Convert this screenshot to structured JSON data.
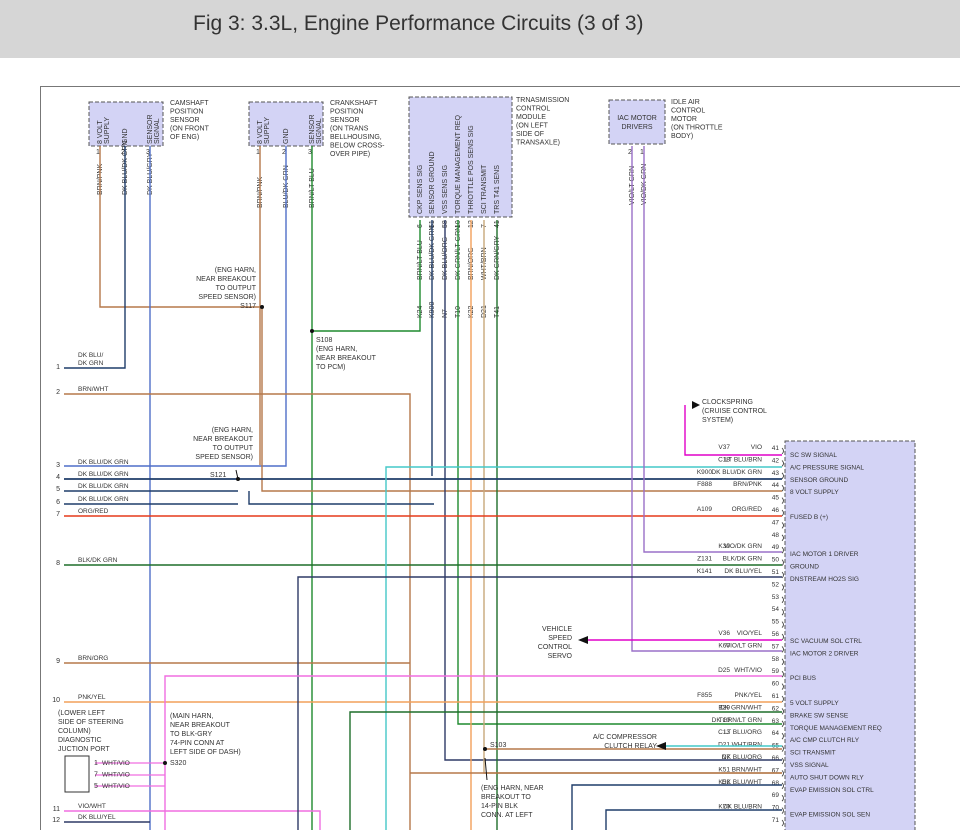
{
  "title": "Fig 3: 3.3L, Engine Performance Circuits (3 of 3)",
  "colors": {
    "header_bg": "#d6d6d6",
    "component_fill": "#d3d3f5",
    "wire_brown": "#b5784a",
    "wire_blue": "#4f6fc8",
    "wire_dkblu_dkgrn": "#1f3d6a",
    "wire_dkblu_yel": "#2e3a66",
    "wire_green": "#1e8a2e",
    "wire_dark_green": "#1f6e2a",
    "wire_red": "#e53a1a",
    "wire_orange": "#f2a05a",
    "wire_pink": "#f06ee0",
    "wire_magenta": "#e000c8",
    "wire_violet": "#9a70c8",
    "wire_cyan": "#44c8c8",
    "wire_tan": "#c8a87a"
  },
  "components": {
    "camshaft": {
      "name": "CAMSHAFT\nPOSITION\nSENSOR\n(ON FRONT\nOF ENG)",
      "pins": [
        "8 VOLT\nSUPPLY",
        "GND",
        "SENSOR\nSIGNAL"
      ],
      "pin_numbers": [
        "1",
        "2",
        "3"
      ],
      "wires": [
        "BRN/PNK",
        "DK BLU/DK GRN",
        "DK BLU/GRY"
      ]
    },
    "crankshaft": {
      "name": "CRANKSHAFT\nPOSITION\nSENSOR\n(ON TRANS\nBELLHOUSING,\nBELOW CROSS-\nOVER PIPE)",
      "pins": [
        "8 VOLT\nSUPPLY",
        "GND",
        "SENSOR\nSIGNAL"
      ],
      "pin_numbers": [
        "1",
        "2",
        "3"
      ],
      "wires": [
        "BRN/PNK",
        "BLU/DK GRN",
        "BRN/LT BLU"
      ]
    },
    "tcm": {
      "name": "TRNASMISSION\nCONTROL\nMODULE\n(ON LEFT\nSIDE OF\nTRANSAXLE)",
      "pins": [
        "CKP SENS SIG",
        "SENSOR GROUND",
        "VSS SENS SIG",
        "TORQUE MANAGEMENT REQ",
        "THROTTLE POS SENS SIG",
        "SCI TRANSMIT",
        "TRS T41 SENS"
      ],
      "pin_numbers": [
        "6",
        "51",
        "58",
        "10",
        "12",
        "7",
        "41"
      ],
      "wires": [
        "BRN/LT BLU",
        "DK BLU/DK GRN",
        "DK BLU/ORG",
        "DK GRN/LT GRN",
        "BRN/ORG",
        "WHT/BRN",
        "DK GRN/GRY"
      ],
      "circuits": [
        "K24",
        "K900",
        "N7",
        "T10",
        "K22",
        "D21",
        "T41"
      ]
    },
    "iac": {
      "name": "IDLE AIR\nCONTROL\nMOTOR\n(ON THROTTLE\nBODY)",
      "box_label": "IAC MOTOR\nDRIVERS",
      "pin_numbers": [
        "2",
        "1"
      ],
      "wires": [
        "VIO/LT GRN",
        "VIO/DK GRN"
      ]
    }
  },
  "splices": {
    "s117": "(ENG HARN,\nNEAR BREAKOUT\nTO OUTPUT\nSPEED SENSOR)\nS117",
    "s108": "S108\n(ENG HARN,\nNEAR BREAKOUT\nTO PCM)",
    "s121_note": "(ENG HARN,\nNEAR BREAKOUT\nTO OUTPUT\nSPEED SENSOR)",
    "s121": "S121",
    "s103": "S103",
    "s103_note": "(ENG HARN, NEAR\nBREAKOUT TO\n14-PIN BLK\nCONN. AT LEFT",
    "s320": "S320",
    "s320_note": "(MAIN HARN,\nNEAR BREAKOUT\nTO BLK-GRY\n74-PIN CONN AT\nLEFT SIDE OF DASH)",
    "djp_note": "(LOWER LEFT\nSIDE OF STEERING\nCOLUMN)\nDIAGNOSTIC\nJUCTION PORT"
  },
  "left_pins": [
    {
      "num": "1",
      "wire": "DK BLU/\nDK GRN"
    },
    {
      "num": "2",
      "wire": "BRN/WHT"
    },
    {
      "num": "3",
      "wire": "DK BLU/DK GRN"
    },
    {
      "num": "4",
      "wire": "DK BLU/DK GRN"
    },
    {
      "num": "5",
      "wire": "DK BLU/DK GRN"
    },
    {
      "num": "6",
      "wire": "DK BLU/DK GRN"
    },
    {
      "num": "7",
      "wire": "ORG/RED"
    },
    {
      "num": "8",
      "wire": "BLK/DK GRN"
    },
    {
      "num": "9",
      "wire": "BRN/ORG"
    },
    {
      "num": "10",
      "wire": "PNK/YEL"
    },
    {
      "num": "11",
      "wire": "VIO/WHT"
    },
    {
      "num": "12",
      "wire": "DK BLU/YEL"
    }
  ],
  "djp_pins": [
    {
      "num": "1",
      "wire": "WHT/VIO"
    },
    {
      "num": "7",
      "wire": "WHT/VIO"
    },
    {
      "num": "5",
      "wire": "WHT/VIO"
    }
  ],
  "pcm_pins": [
    {
      "num": "41",
      "circuit": "V37",
      "wire": "VIO",
      "label": "SC SW SIGNAL"
    },
    {
      "num": "42",
      "circuit": "C18",
      "wire": "LT BLU/BRN",
      "label": "A/C PRESSURE SIGNAL"
    },
    {
      "num": "43",
      "circuit": "K900",
      "wire": "DK BLU/DK GRN",
      "label": "SENSOR GROUND"
    },
    {
      "num": "44",
      "circuit": "F888",
      "wire": "BRN/PNK",
      "label": "8 VOLT SUPPLY"
    },
    {
      "num": "45",
      "circuit": "",
      "wire": "",
      "label": ""
    },
    {
      "num": "46",
      "circuit": "A109",
      "wire": "ORG/RED",
      "label": "FUSED B (+)"
    },
    {
      "num": "47",
      "circuit": "",
      "wire": "",
      "label": ""
    },
    {
      "num": "48",
      "circuit": "",
      "wire": "",
      "label": ""
    },
    {
      "num": "49",
      "circuit": "K39",
      "wire": "VIO/DK GRN",
      "label": "IAC MOTOR 1 DRIVER"
    },
    {
      "num": "50",
      "circuit": "Z131",
      "wire": "BLK/DK GRN",
      "label": "GROUND"
    },
    {
      "num": "51",
      "circuit": "K141",
      "wire": "DK BLU/YEL",
      "label": "DNSTREAM HO2S SIG"
    },
    {
      "num": "52",
      "circuit": "",
      "wire": "",
      "label": ""
    },
    {
      "num": "53",
      "circuit": "",
      "wire": "",
      "label": ""
    },
    {
      "num": "54",
      "circuit": "",
      "wire": "",
      "label": ""
    },
    {
      "num": "55",
      "circuit": "",
      "wire": "",
      "label": ""
    },
    {
      "num": "56",
      "circuit": "V36",
      "wire": "VIO/YEL",
      "label": "SC VACUUM SOL CTRL"
    },
    {
      "num": "57",
      "circuit": "K60",
      "wire": "VIO/LT GRN",
      "label": "IAC MOTOR 2 DRIVER"
    },
    {
      "num": "58",
      "circuit": "",
      "wire": "",
      "label": ""
    },
    {
      "num": "59",
      "circuit": "D25",
      "wire": "WHT/VIO",
      "label": "PCI BUS"
    },
    {
      "num": "60",
      "circuit": "",
      "wire": "",
      "label": ""
    },
    {
      "num": "61",
      "circuit": "F855",
      "wire": "PNK/YEL",
      "label": "5 VOLT SUPPLY"
    },
    {
      "num": "62",
      "circuit": "B29",
      "wire": "DK GRN/WHT",
      "label": "BRAKE SW SENSE"
    },
    {
      "num": "63",
      "circuit": "T10",
      "wire": "DK GRN/LT GRN",
      "label": "TORQUE MANAGEMENT REQ"
    },
    {
      "num": "64",
      "circuit": "C13",
      "wire": "LT BLU/ORG",
      "label": "A/C CMP CLUTCH RLY"
    },
    {
      "num": "65",
      "circuit": "D21",
      "wire": "WHT/BRN",
      "label": "SCI TRANSMIT"
    },
    {
      "num": "66",
      "circuit": "N7",
      "wire": "DK BLU/ORG",
      "label": "VSS SIGNAL"
    },
    {
      "num": "67",
      "circuit": "K51",
      "wire": "BRN/WHT",
      "label": "AUTO SHUT DOWN RLY"
    },
    {
      "num": "68",
      "circuit": "K52",
      "wire": "DK BLU/WHT",
      "label": "EVAP EMISSION SOL CTRL"
    },
    {
      "num": "69",
      "circuit": "",
      "wire": "",
      "label": ""
    },
    {
      "num": "70",
      "circuit": "K70",
      "wire": "DK BLU/BRN",
      "label": "EVAP EMISSION SOL SEN"
    },
    {
      "num": "71",
      "circuit": "",
      "wire": "",
      "label": ""
    }
  ],
  "external": {
    "clockspring": "CLOCKSPRING\n(CRUISE CONTROL\nSYSTEM)",
    "servo": "VEHICLE\nSPEED\nCONTROL\nSERVO",
    "ac_relay": "A/C COMPRESSOR\nCLUTCH RELAY"
  }
}
